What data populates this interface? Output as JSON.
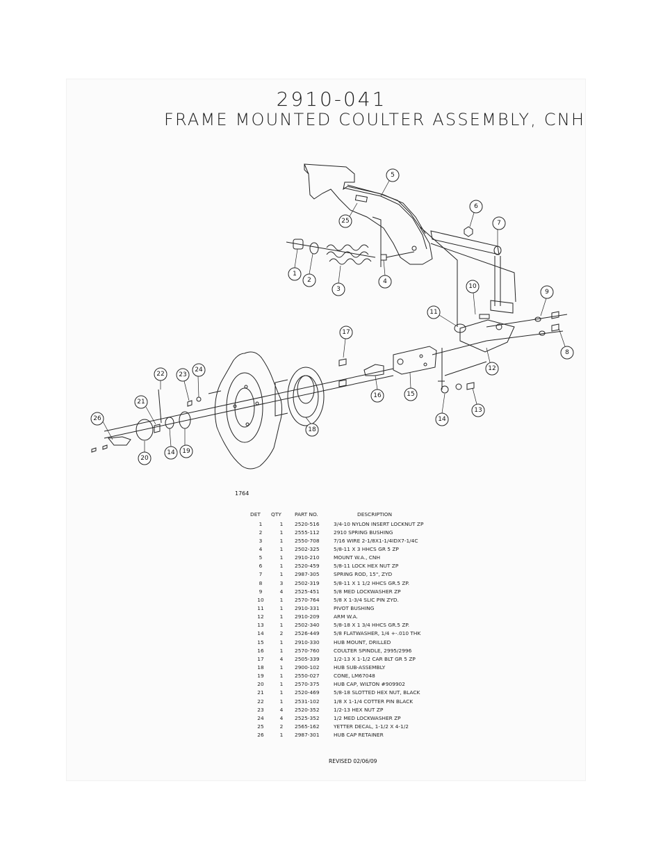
{
  "header": {
    "part_number": "2910-041",
    "title": "FRAME MOUNTED COULTER ASSEMBLY, CNH"
  },
  "drawing_id": "1764",
  "callouts": [
    "1",
    "2",
    "3",
    "4",
    "5",
    "6",
    "7",
    "8",
    "9",
    "10",
    "11",
    "12",
    "13",
    "14",
    "15",
    "16",
    "17",
    "18",
    "19",
    "20",
    "21",
    "22",
    "23",
    "24",
    "25",
    "26",
    "14"
  ],
  "parts_table": {
    "headers": [
      "DET",
      "QTY",
      "PART NO.",
      "DESCRIPTION"
    ],
    "rows": [
      {
        "det": "1",
        "qty": "1",
        "part": "2520-516",
        "desc": "3/4-10 NYLON INSERT LOCKNUT ZP"
      },
      {
        "det": "2",
        "qty": "1",
        "part": "2555-112",
        "desc": "2910 SPRING BUSHING"
      },
      {
        "det": "3",
        "qty": "1",
        "part": "2550-708",
        "desc": "7/16 WIRE 2-1/8X1-1/4IDX7-1/4C"
      },
      {
        "det": "4",
        "qty": "1",
        "part": "2502-325",
        "desc": "5/8-11 X 3 HHCS GR 5 ZP"
      },
      {
        "det": "5",
        "qty": "1",
        "part": "2910-210",
        "desc": "MOUNT W.A., CNH"
      },
      {
        "det": "6",
        "qty": "1",
        "part": "2520-459",
        "desc": "5/8-11 LOCK HEX NUT  ZP"
      },
      {
        "det": "7",
        "qty": "1",
        "part": "2987-305",
        "desc": "SPRING ROD, 15\", ZYD"
      },
      {
        "det": "8",
        "qty": "3",
        "part": "2502-319",
        "desc": "5/8-11 X 1 1/2 HHCS GR.5 ZP."
      },
      {
        "det": "9",
        "qty": "4",
        "part": "2525-451",
        "desc": "5/8 MED LOCKWASHER ZP"
      },
      {
        "det": "10",
        "qty": "1",
        "part": "2570-764",
        "desc": "5/8 X 1-3/4 SLIC PIN ZYD."
      },
      {
        "det": "11",
        "qty": "1",
        "part": "2910-331",
        "desc": "PIVOT BUSHING"
      },
      {
        "det": "12",
        "qty": "1",
        "part": "2910-209",
        "desc": "ARM W.A."
      },
      {
        "det": "13",
        "qty": "1",
        "part": "2502-340",
        "desc": "5/8-18 X 1 3/4 HHCS GR.5 ZP."
      },
      {
        "det": "14",
        "qty": "2",
        "part": "2526-449",
        "desc": "5/8 FLATWASHER, 1/4 +-.010 THK"
      },
      {
        "det": "15",
        "qty": "1",
        "part": "2910-330",
        "desc": "HUB MOUNT, DRILLED"
      },
      {
        "det": "16",
        "qty": "1",
        "part": "2570-760",
        "desc": "COULTER SPINDLE, 2995/2996"
      },
      {
        "det": "17",
        "qty": "4",
        "part": "2505-339",
        "desc": "1/2-13 X 1-1/2 CAR BLT GR 5 ZP"
      },
      {
        "det": "18",
        "qty": "1",
        "part": "2900-102",
        "desc": "HUB SUB-ASSEMBLY"
      },
      {
        "det": "19",
        "qty": "1",
        "part": "2550-027",
        "desc": "CONE, LM67048"
      },
      {
        "det": "20",
        "qty": "1",
        "part": "2570-375",
        "desc": "HUB CAP, WILTON #909902"
      },
      {
        "det": "21",
        "qty": "1",
        "part": "2520-469",
        "desc": "5/8-18 SLOTTED HEX NUT, BLACK"
      },
      {
        "det": "22",
        "qty": "1",
        "part": "2531-102",
        "desc": "1/8 X 1-1/4 COTTER PIN  BLACK"
      },
      {
        "det": "23",
        "qty": "4",
        "part": "2520-352",
        "desc": "1/2-13 HEX NUT ZP"
      },
      {
        "det": "24",
        "qty": "4",
        "part": "2525-352",
        "desc": "1/2 MED LOCKWASHER ZP"
      },
      {
        "det": "25",
        "qty": "2",
        "part": "2565-162",
        "desc": "YETTER DECAL, 1-1/2 X 4-1/2"
      },
      {
        "det": "26",
        "qty": "1",
        "part": "2987-301",
        "desc": "HUB CAP RETAINER"
      }
    ]
  },
  "footer": {
    "revised": "REVISED 02/06/09"
  }
}
